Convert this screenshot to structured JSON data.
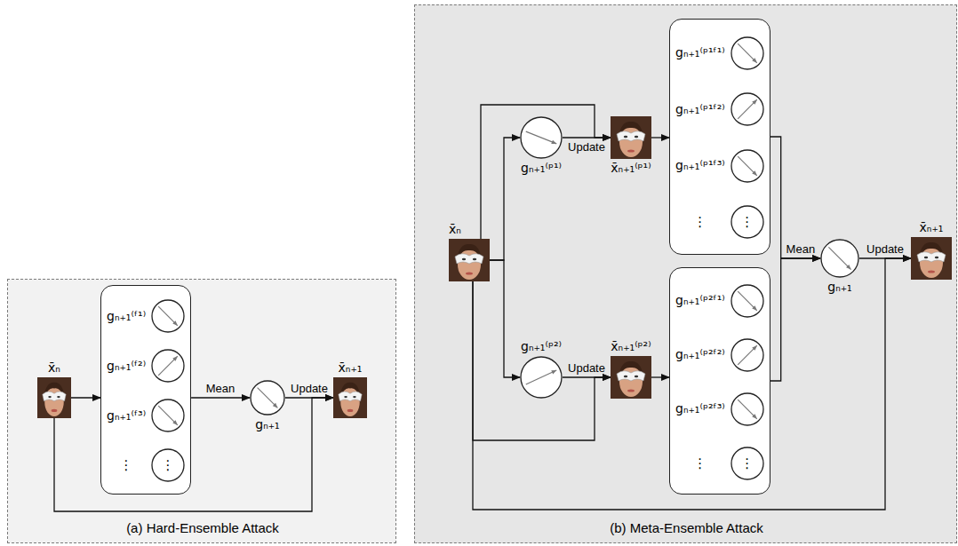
{
  "diagram": {
    "nodes": [
      {
        "text": [
          "(a) Hard-Ensemble Attack"
        ]
      },
      {
        "text": [
          "x̄ₙ"
        ],
        "in": 0
      },
      {
        "text": [
          "gₙ₊₁⁽ᶠ¹⁾",
          "gₙ₊₁⁽ᶠ²⁾",
          "gₙ₊₁⁽ᶠ³⁾",
          "⋮",
          "⋮"
        ],
        "in": 0
      },
      {
        "text": [
          "gₙ₊₁"
        ],
        "in": 0
      },
      {
        "text": [
          "x̄ₙ₊₁"
        ],
        "in": 0
      },
      {
        "text": [
          "(b) Meta-Ensemble Attack"
        ]
      },
      {
        "text": [
          "x̄ₙ"
        ],
        "in": 5
      },
      {
        "text": [
          "gₙ₊₁⁽ᵖ¹⁾"
        ],
        "in": 5
      },
      {
        "text": [
          "x̄ₙ₊₁⁽ᵖ¹⁾"
        ],
        "in": 5
      },
      {
        "text": [
          "gₙ₊₁⁽ᵖ¹ᶠ¹⁾",
          "gₙ₊₁⁽ᵖ¹ᶠ²⁾",
          "gₙ₊₁⁽ᵖ¹ᶠ³⁾",
          "⋮",
          "⋮"
        ],
        "in": 5
      },
      {
        "text": [
          "gₙ₊₁⁽ᵖ²⁾"
        ],
        "in": 5
      },
      {
        "text": [
          "x̄ₙ₊₁⁽ᵖ²⁾"
        ],
        "in": 5
      },
      {
        "text": [
          "gₙ₊₁⁽ᵖ²ᶠ¹⁾",
          "gₙ₊₁⁽ᵖ²ᶠ²⁾",
          "gₙ₊₁⁽ᵖ²ᶠ³⁾",
          "⋮",
          "⋮"
        ],
        "in": 5
      },
      {
        "text": [
          "gₙ₊₁"
        ],
        "in": 5
      },
      {
        "text": [
          "x̄ₙ₊₁"
        ],
        "in": 5
      }
    ],
    "edges": [
      {
        "from": 1,
        "to": 2,
        "arrow": "to"
      },
      {
        "from": 2,
        "to": 3,
        "label": "Mean",
        "arrow": "to"
      },
      {
        "from": 3,
        "to": 4,
        "label": "Update",
        "arrow": "to"
      },
      {
        "from": 1,
        "to": 4,
        "arrow": "to"
      },
      {
        "from": 6,
        "to": 7,
        "arrow": "to"
      },
      {
        "from": 6,
        "to": 10,
        "arrow": "to"
      },
      {
        "from": 7,
        "to": 8,
        "label": "Update",
        "arrow": "to"
      },
      {
        "from": 6,
        "to": 8,
        "arrow": "to"
      },
      {
        "from": 8,
        "to": 9,
        "arrow": "to"
      },
      {
        "from": 10,
        "to": 11,
        "label": "Update",
        "arrow": "to"
      },
      {
        "from": 6,
        "to": 11,
        "arrow": "to"
      },
      {
        "from": 11,
        "to": 12,
        "arrow": "to"
      },
      {
        "from": 9,
        "to": 13,
        "label": "Mean",
        "arrow": "to"
      },
      {
        "from": 12,
        "to": 13,
        "arrow": "to"
      },
      {
        "from": 13,
        "to": 14,
        "label": "Update",
        "arrow": "to"
      },
      {
        "from": 6,
        "to": 14,
        "arrow": "to"
      }
    ]
  }
}
